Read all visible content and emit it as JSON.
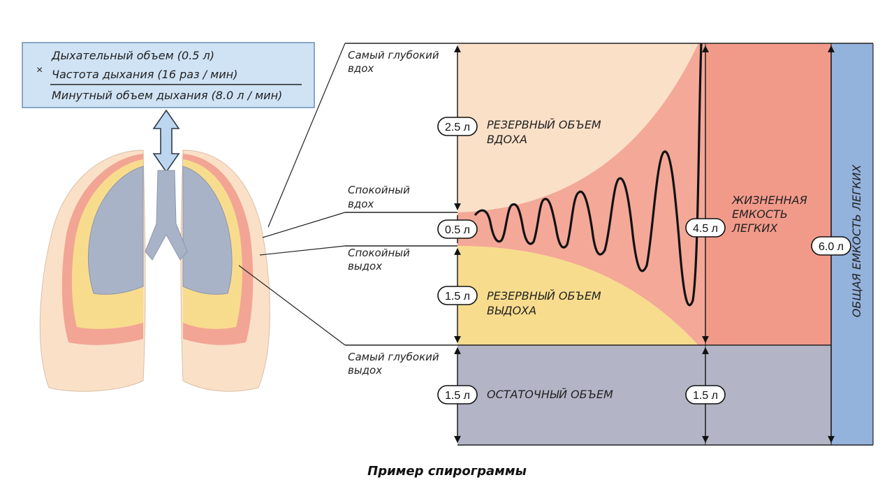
{
  "formula": {
    "operator": "×",
    "line1": "Дыхательный объем (0.5 л)",
    "line2": "Частота дыхания (16 раз / мин)",
    "line3": "Минутный объем дыхания (8.0 л / мин)"
  },
  "levels": {
    "deepest_inhale": [
      "Самый глубокий",
      "вдох"
    ],
    "quiet_inhale": [
      "Спокойный",
      "вдох"
    ],
    "quiet_exhale": [
      "Спокойный",
      "выдох"
    ],
    "deepest_exhale": [
      "Самый глубокий",
      "выдох"
    ]
  },
  "volumes": {
    "inspiratory_reserve": {
      "value": "2.5 л",
      "label": [
        "РЕЗЕРВНЫЙ ОБЪЕМ",
        "ВДОХА"
      ]
    },
    "tidal": {
      "value": "0.5 л"
    },
    "expiratory_reserve": {
      "value": "1.5 л",
      "label": [
        "РЕЗЕРВНЫЙ ОБЪЕМ",
        "ВЫДОХА"
      ]
    },
    "residual": {
      "value": "1.5 л",
      "label": "ОСТАТОЧНЫЙ ОБЪЕМ"
    },
    "vital_capacity": {
      "value": "4.5 л",
      "label": [
        "ЖИЗНЕННАЯ",
        "ЕМКОСТЬ",
        "ЛЕГКИХ"
      ]
    },
    "residual_right": {
      "value": "1.5 л"
    },
    "total_capacity": {
      "value": "6.0 л",
      "label": "ОБЩАЯ ЕМКОСТЬ ЛЕГКИХ"
    }
  },
  "caption": "Пример спирограммы",
  "colors": {
    "inspiratory_reserve": "#fbe0c8",
    "tidal_zone": "#f3a898",
    "expiratory_reserve": "#f8dc8e",
    "residual": "#b3b5c6",
    "vital_capacity": "#f29a8a",
    "total_capacity": "#93b2dc",
    "formula_box": "#cfe3f5",
    "lung_outer": "#fbe0c8",
    "lung_core": "#a9b3c8"
  }
}
